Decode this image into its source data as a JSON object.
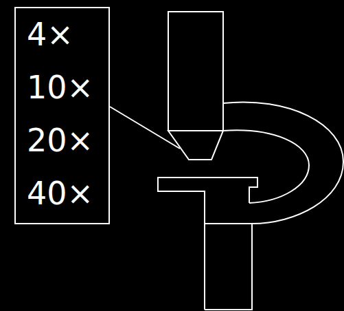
{
  "diagram": {
    "nodes": [
      {
        "text": [
          "4×",
          "10×",
          "20×",
          "40×"
        ]
      }
    ]
  }
}
